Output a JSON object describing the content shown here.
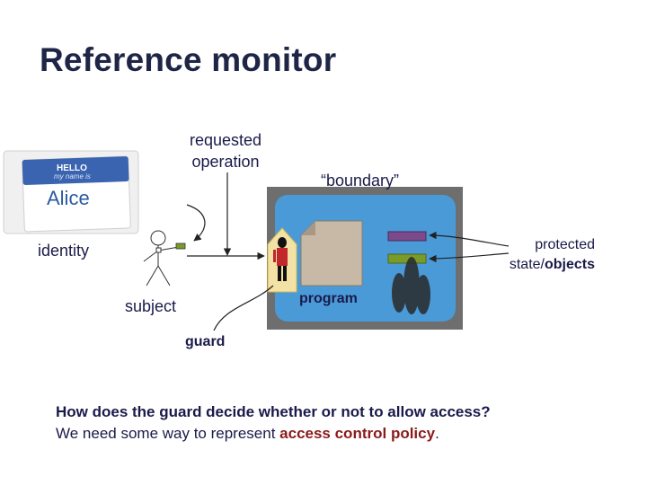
{
  "slide": {
    "title": "Reference monitor"
  },
  "diagram": {
    "requested_operation": "requested operation",
    "boundary": "“boundary”",
    "identity": "identity",
    "protected_line1": "protected",
    "protected_line2_prefix": "state/",
    "protected_line2_bold": "objects",
    "program": "program",
    "subject": "subject",
    "guard": "guard",
    "nametag": {
      "hello": "HELLO",
      "my_name_is": "my name is",
      "name": "Alice"
    },
    "colors": {
      "boundary_fill": "#4a9ad8",
      "boundary_frame": "#6e6e6e",
      "program_fill": "#c8b9a6",
      "object_purple": "#7a4a8a",
      "object_green": "#7a9a2a",
      "badge_blue": "#3a63b0",
      "guard_red": "#c0282a"
    }
  },
  "footer": {
    "question": "How does the guard decide whether or not to allow access?",
    "statement_prefix": "We need some way to represent ",
    "statement_emphasis": "access control policy",
    "statement_suffix": "."
  }
}
